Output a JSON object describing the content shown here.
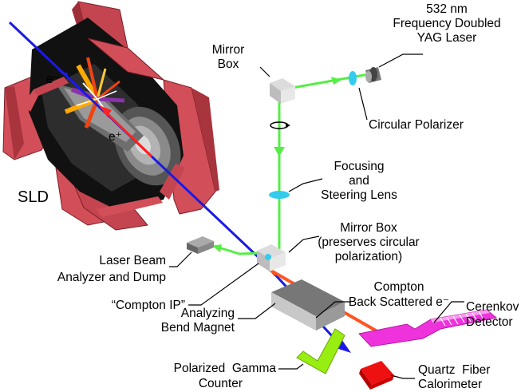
{
  "labels": {
    "laser": [
      "532 nm",
      "Frequency Doubled",
      "YAG Laser"
    ],
    "mirror_box_top": [
      "Mirror",
      "Box"
    ],
    "circular_polarizer": "Circular Polarizer",
    "focusing_lens": [
      "Focusing",
      "and",
      "Steering Lens"
    ],
    "sld": "SLD",
    "electron": "e⁻",
    "positron": "e⁺",
    "mirror_box_bottom": [
      "Mirror Box",
      "(preserves circular",
      "polarization)"
    ],
    "laser_dump": [
      "Laser Beam",
      "Analyzer and Dump"
    ],
    "compton_ip": "“Compton IP”",
    "compton_backscattered": [
      "Compton",
      "Back Scattered e⁻"
    ],
    "analyzing_magnet": [
      "Analyzing",
      "Bend Magnet"
    ],
    "cerenkov": [
      "Cerenkov",
      "Detector"
    ],
    "gamma_counter": [
      "Polarized  Gamma",
      "Counter"
    ],
    "quartz_calorimeter": [
      "Quartz  Fiber",
      "Calorimeter"
    ]
  },
  "colors": {
    "laser_green": "#55ee44",
    "electron_blue": "#1a1ae6",
    "backscatter_orange": "#ff5522",
    "sld_red": "#d24e58",
    "cerenkov_magenta": "#ee33dd",
    "gamma_green": "#99ee11",
    "calorimeter_red": "#ee1111",
    "lens_cyan": "#33ccee"
  }
}
